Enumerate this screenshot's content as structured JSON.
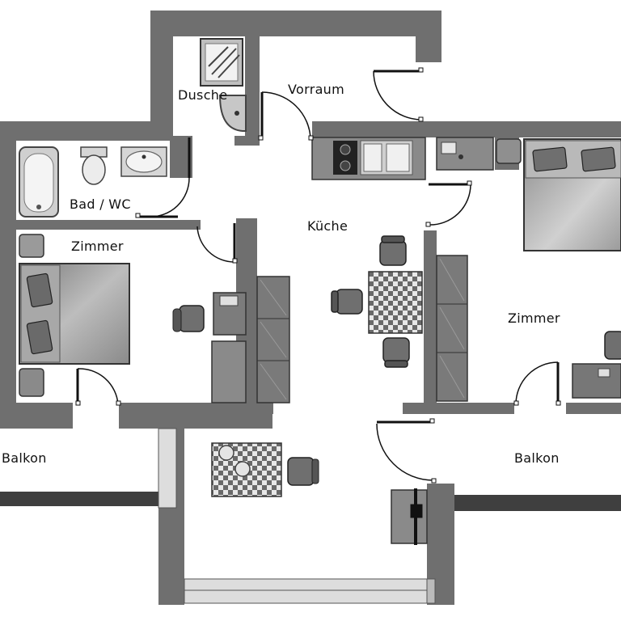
{
  "plan": {
    "rooms": {
      "dusche": "Dusche",
      "vorraum": "Vorraum",
      "bad_wc": "Bad / WC",
      "kueche": "Küche",
      "zimmer_left": "Zimmer",
      "zimmer_right": "Zimmer",
      "balkon_left": "Balkon",
      "balkon_right": "Balkon"
    },
    "colors": {
      "wall": "#6f6f6f",
      "wall_dark": "#5e5e5e",
      "furniture": "#8a8a8a",
      "furniture_light": "#cfcfcf",
      "bed": "#9a9a9a",
      "door": "#111111",
      "floor": "#ffffff"
    }
  }
}
